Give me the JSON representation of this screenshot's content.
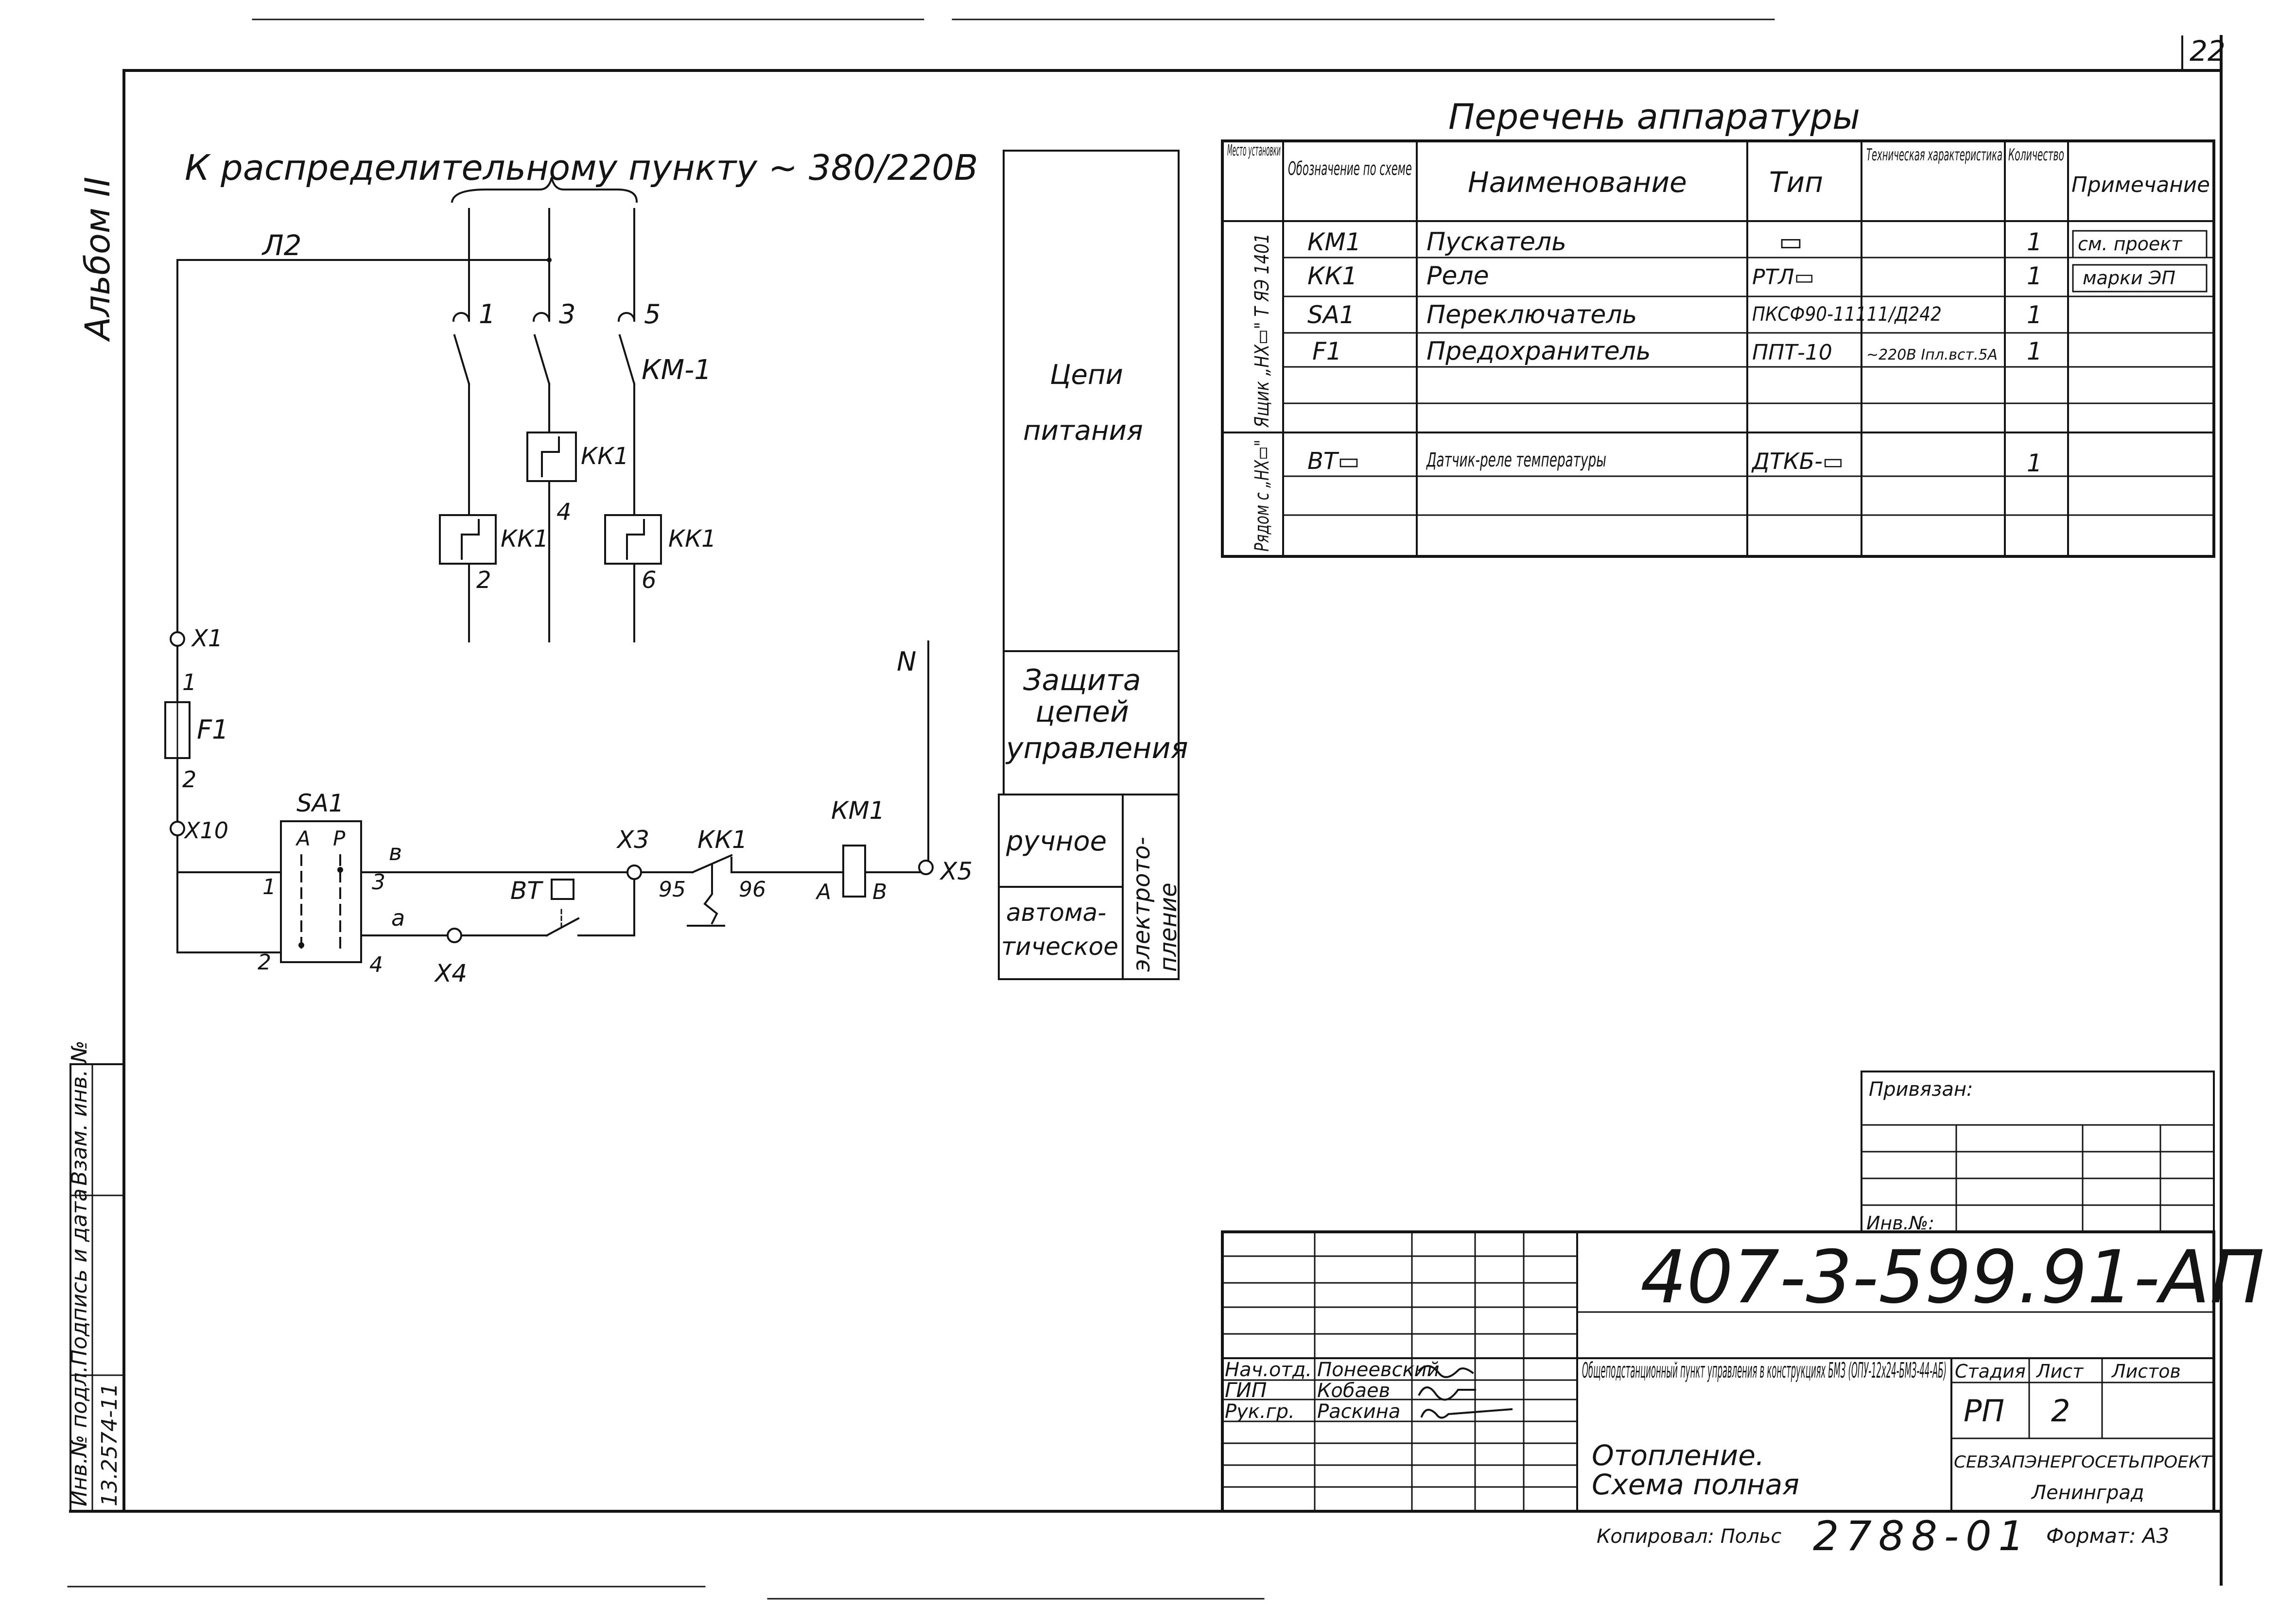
{
  "sheet": {
    "number": "22",
    "album_label": "Альбом II",
    "side_stamp": [
      "Инв.№ подл.",
      "Подпись и дата",
      "Взам. инв. №"
    ],
    "side_stamp_inv": "13.2574-11"
  },
  "schematic": {
    "header": "К распределительному пункту ~ 380/220В",
    "line_label": "Л2",
    "contacts": [
      "1",
      "3",
      "5"
    ],
    "contactor_label": "КМ-1",
    "relay_label": "КК1",
    "wire_numbers": [
      "2",
      "4",
      "6"
    ],
    "terminal_x1": "X1",
    "fuse_label": "F1",
    "fuse_wire_top": "1",
    "fuse_wire_bottom": "2",
    "terminal_x10": "X10",
    "switch_label": "SA1",
    "switch_positions": [
      "А",
      "Р"
    ],
    "switch_pins": [
      "1",
      "2",
      "3",
      "4"
    ],
    "wire_v": "в",
    "wire_a": "а",
    "terminal_x3": "X3",
    "terminal_x4": "X4",
    "terminal_x5": "X5",
    "sensor_label": "ВТ",
    "relay_contact_label": "КК1",
    "relay_contact_pins": [
      "95",
      "96"
    ],
    "coil_label": "КМ1",
    "coil_pins": [
      "А",
      "В"
    ],
    "neutral_label": "N"
  },
  "zones": {
    "power_circuits": [
      "Цепи",
      "питания"
    ],
    "control_protection": [
      "Защита",
      "цепей",
      "управления"
    ],
    "manual": "ручное",
    "automatic": [
      "автома-",
      "тическое"
    ],
    "electric_heating": [
      "электрото-",
      "пление"
    ]
  },
  "equipment_list": {
    "title": "Перечень аппаратуры",
    "headers": [
      "Место установки",
      "Обозначение по схеме",
      "Наименование",
      "Тип",
      "Техническая характеристика",
      "Количество",
      "Примечание"
    ],
    "rows": [
      {
        "designation": "КМ1",
        "name": "Пускатель",
        "type": "▭",
        "spec": "",
        "qty": "1",
        "note": "см. проект"
      },
      {
        "designation": "КК1",
        "name": "Реле",
        "type": "РТЛ▭",
        "spec": "",
        "qty": "1",
        "note": "марки ЭП"
      },
      {
        "designation": "SA1",
        "name": "Переключатель",
        "type": "ПКСФ90-11111/Д242",
        "spec": "",
        "qty": "1",
        "note": ""
      },
      {
        "designation": "F1",
        "name": "Предохранитель",
        "type": "ППТ-10",
        "spec": "~220В Iпл.вст.5А",
        "qty": "1",
        "note": ""
      },
      {
        "designation": "ВТ▭",
        "name": "Датчик-реле температуры",
        "type": "ДТКБ-▭",
        "spec": "",
        "qty": "1",
        "note": ""
      }
    ],
    "location_groups": [
      "Ящик „НХ▭\" Т ЯЭ 1401",
      "Рядом с „НХ▭\""
    ]
  },
  "attached_block": {
    "label": "Привязан:",
    "inv_label": "Инв.№:"
  },
  "title_block": {
    "code": "407-3-599.91-АП",
    "roles": [
      {
        "role": "Нач.отд.",
        "name": "Понеевский"
      },
      {
        "role": "ГИП",
        "name": "Кобаев"
      },
      {
        "role": "Рук.гр.",
        "name": "Раскина"
      }
    ],
    "description": "Общеподстанционный пункт управления в конструкциях БМЗ (ОПУ-12х24-БМЗ-44-АБ)",
    "sheet_title": [
      "Отопление.",
      "Схема полная"
    ],
    "stage_header": "Стадия",
    "sheet_header": "Лист",
    "sheets_header": "Листов",
    "stage": "РП",
    "sheet": "2",
    "sheets": "",
    "organization": [
      "СЕВЗАПЭНЕРГОСЕТЬПРОЕКТ",
      "Ленинград"
    ]
  },
  "footer": {
    "copied": "Копировал: Польс",
    "order": "2788-01",
    "format": "Формат: А3"
  }
}
